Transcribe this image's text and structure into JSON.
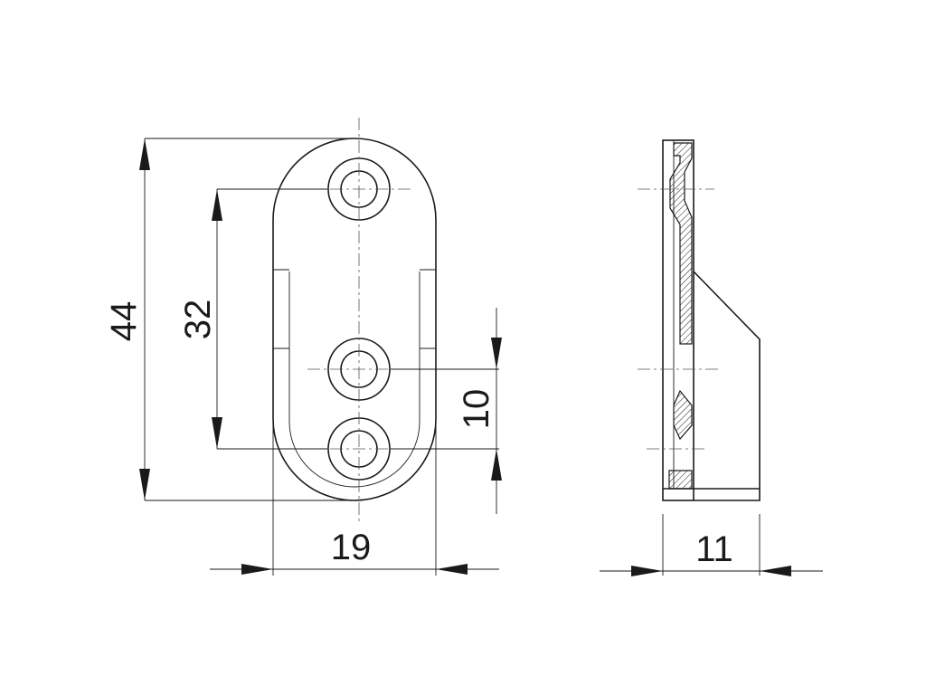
{
  "dimensions": {
    "overall_height": "44",
    "hole_spacing": "32",
    "hole_offset": "10",
    "width": "19",
    "depth": "11"
  },
  "colors": {
    "line": "#1a1a1a",
    "background": "#ffffff"
  }
}
